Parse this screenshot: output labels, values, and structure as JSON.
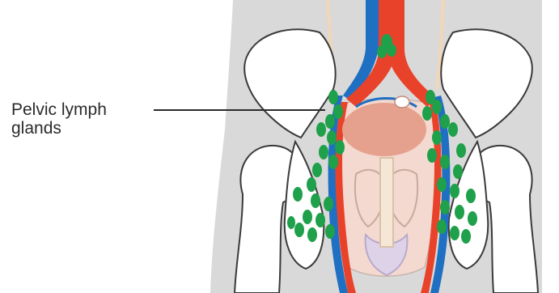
{
  "annotation": {
    "line1": "Pelvic lymph",
    "line2": "glands"
  },
  "colors": {
    "body_silhouette": "#d9d9d9",
    "bone": "#ffffff",
    "bone_outline": "#3a3a3a",
    "artery": "#e8432a",
    "vein": "#1f6fc2",
    "bladder": "#e5a18d",
    "organ_tint": "#f3d9cf",
    "lymph_node": "#1fa04a",
    "nerve": "#f1d6b8",
    "pointer_line": "#2b2b2b"
  },
  "icons": [
    "pelvis-anatomy-illustration",
    "lymph-node-icon"
  ]
}
